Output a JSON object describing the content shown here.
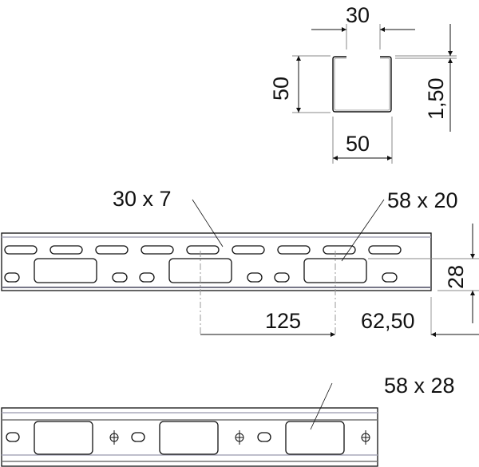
{
  "cross_section": {
    "dim_opening": "30",
    "dim_height": "50",
    "dim_width": "50",
    "dim_thickness": "1,50"
  },
  "profile_side": {
    "slot_label": "30 x 7",
    "cutout_label": "58 x 20",
    "dim_pitch": "125",
    "dim_end_offset": "62,50",
    "dim_height": "28"
  },
  "profile_base": {
    "cutout_label": "58 x 28"
  },
  "colors": {
    "line": "#111111",
    "guide": "#9aa0a0",
    "face": "#c8cccc"
  }
}
